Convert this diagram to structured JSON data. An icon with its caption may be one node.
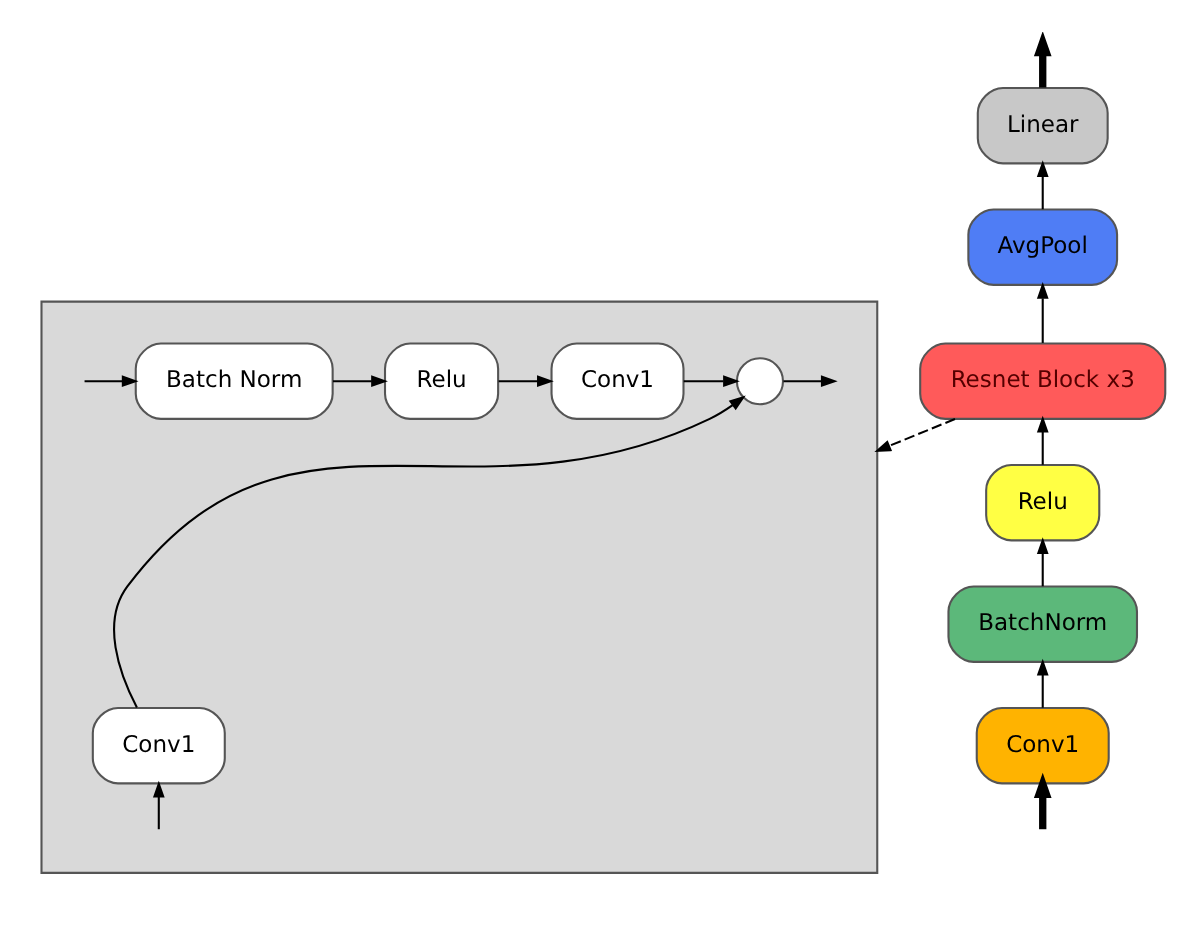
{
  "diagram": {
    "nodes": [
      {
        "text": [
          "Conv1"
        ]
      },
      {
        "text": [
          "BatchNorm"
        ]
      },
      {
        "text": [
          "Relu"
        ]
      },
      {
        "text": [
          "Resnet Block x3"
        ]
      },
      {
        "text": [
          "AvgPool"
        ]
      },
      {
        "text": [
          "Linear"
        ]
      },
      {
        "text": [],
        "shape": "box"
      },
      {
        "text": [
          "Conv1"
        ],
        "in": 6
      },
      {
        "text": [
          "Batch Norm"
        ],
        "in": 6
      },
      {
        "text": [
          "Relu"
        ],
        "in": 6
      },
      {
        "text": [
          "Conv1"
        ],
        "in": 6
      },
      {
        "text": [],
        "shape": "circle",
        "in": 6
      }
    ],
    "edges": [
      {
        "from": null,
        "to": 0,
        "arrow": "to",
        "style": "thick"
      },
      {
        "from": 0,
        "to": 1,
        "arrow": "to"
      },
      {
        "from": 1,
        "to": 2,
        "arrow": "to"
      },
      {
        "from": 2,
        "to": 3,
        "arrow": "to"
      },
      {
        "from": 3,
        "to": 4,
        "arrow": "to"
      },
      {
        "from": 4,
        "to": 5,
        "arrow": "to"
      },
      {
        "from": 5,
        "to": null,
        "arrow": "to",
        "style": "thick"
      },
      {
        "from": 3,
        "to": 6,
        "arrow": "to",
        "style": "dashed"
      },
      {
        "from": null,
        "to": 8,
        "arrow": "to"
      },
      {
        "from": null,
        "to": 7,
        "arrow": "to"
      },
      {
        "from": 8,
        "to": 9,
        "arrow": "to"
      },
      {
        "from": 9,
        "to": 10,
        "arrow": "to"
      },
      {
        "from": 10,
        "to": 11,
        "arrow": "to"
      },
      {
        "from": 7,
        "to": 11,
        "arrow": "to"
      },
      {
        "from": 11,
        "to": null,
        "arrow": "to"
      }
    ]
  }
}
